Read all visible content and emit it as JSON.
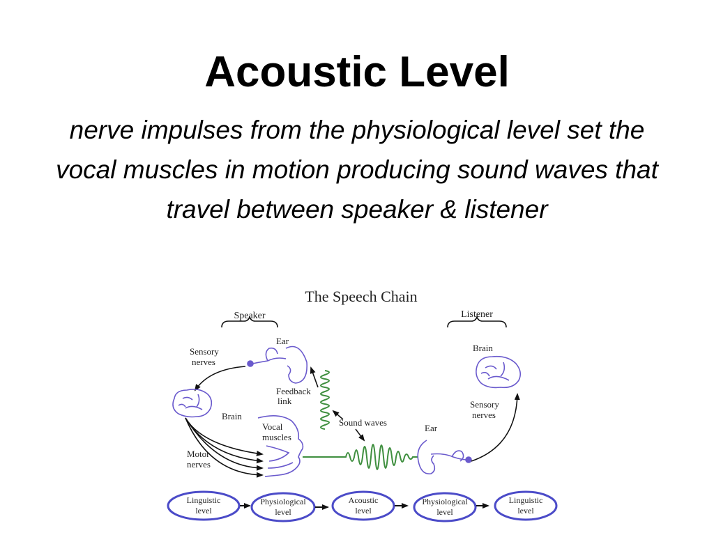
{
  "slide": {
    "title": "Acoustic Level",
    "subtitle": "nerve impulses from the physiological level set the vocal muscles in motion producing sound waves that travel between speaker & listener"
  },
  "diagram": {
    "title": "The Speech Chain",
    "labels": {
      "speaker": "Speaker",
      "listener": "Listener",
      "ear_speaker": "Ear",
      "sensory_nerves_speaker_1": "Sensory",
      "sensory_nerves_speaker_2": "nerves",
      "brain_speaker": "Brain",
      "feedback_1": "Feedback",
      "feedback_2": "link",
      "vocal_1": "Vocal",
      "vocal_2": "muscles",
      "motor_1": "Motor",
      "motor_2": "nerves",
      "sound_waves": "Sound waves",
      "ear_listener": "Ear",
      "brain_listener": "Brain",
      "sensory_nerves_listener_1": "Sensory",
      "sensory_nerves_listener_2": "nerves"
    },
    "levels": [
      {
        "line1": "Linguistic",
        "line2": "level"
      },
      {
        "line1": "Physiological",
        "line2": "level"
      },
      {
        "line1": "Acoustic",
        "line2": "level"
      },
      {
        "line1": "Physiological",
        "line2": "level"
      },
      {
        "line1": "Linguistic",
        "line2": "level"
      }
    ],
    "colors": {
      "wave": "#3f8f3f",
      "organ": "#6a5acd",
      "ellipse": "#4b4bc8"
    }
  }
}
